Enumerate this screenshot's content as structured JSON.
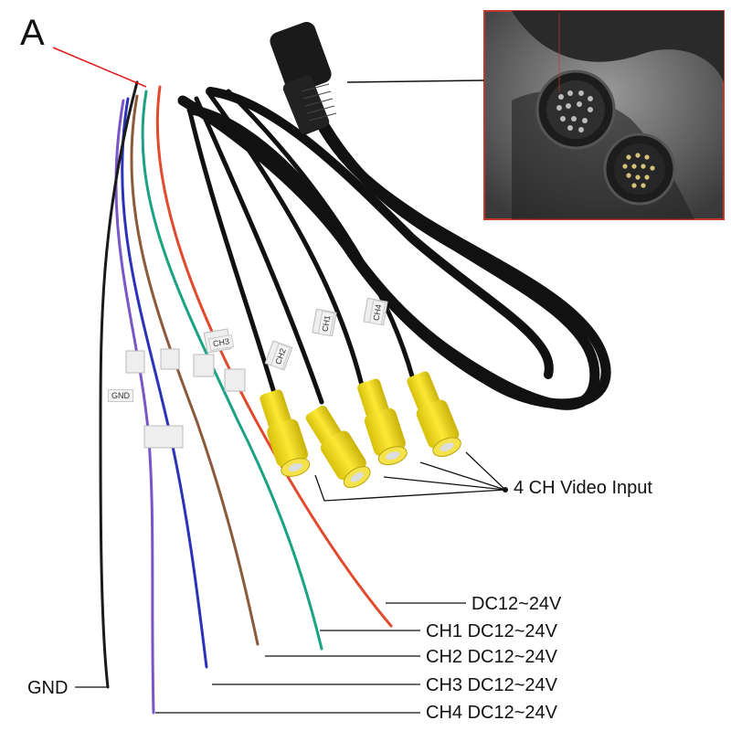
{
  "figure_label": "A",
  "callouts": {
    "video_input": "4 CH Video Input",
    "gnd": "GND",
    "dc": "DC12~24V",
    "ch1": "CH1 DC12~24V",
    "ch2": "CH2 DC12~24V",
    "ch3": "CH3 DC12~24V",
    "ch4": "CH4 DC12~24V"
  },
  "wire_tags": {
    "gnd": "GND",
    "ch1": "CH1",
    "ch2": "CH2",
    "ch3": "CH3",
    "ch4": "CH4"
  },
  "colors": {
    "cable": "#111111",
    "rca": "#f2dc16",
    "wire_red": "#e24a2e",
    "wire_green": "#1aa383",
    "wire_brown": "#8a5a3a",
    "wire_blue": "#2a33b8",
    "wire_purple": "#7a55c8",
    "wire_black": "#1a1a1a",
    "leader_red": "#e31b1b",
    "inset_border": "#c0392b"
  }
}
